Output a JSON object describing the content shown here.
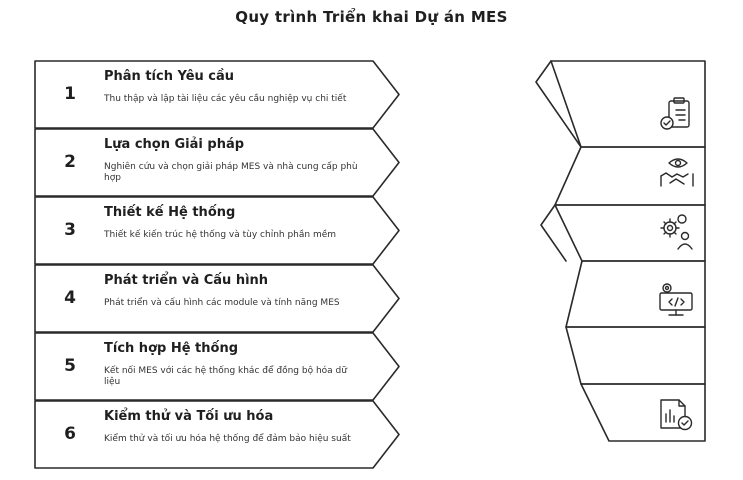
{
  "title": "Quy trình Triển khai Dự án MES",
  "steps": [
    {
      "number": "1",
      "title": "Phân tích Yêu cầu",
      "description": "Thu thập và lập tài liệu các yêu cầu nghiệp vụ chi tiết",
      "icon": "clipboard-check-icon"
    },
    {
      "number": "2",
      "title": "Lựa chọn Giải pháp",
      "description": "Nghiên cứu và chọn giải pháp MES và nhà cung cấp phù hợp",
      "icon": "handshake-eye-icon"
    },
    {
      "number": "3",
      "title": "Thiết kế Hệ thống",
      "description": "Thiết kế kiến trúc hệ thống và tùy chỉnh phần mềm",
      "icon": "gears-person-icon"
    },
    {
      "number": "4",
      "title": "Phát triển và Cấu hình",
      "description": "Phát triển và cấu hình các module và tính năng MES",
      "icon": "code-monitor-icon"
    },
    {
      "number": "5",
      "title": "Tích hợp Hệ thống",
      "description": "Kết nối MES với các hệ thống khác để đồng bộ hóa dữ liệu",
      "icon": "none"
    },
    {
      "number": "6",
      "title": "Kiểm thử và Tối ưu hóa",
      "description": "Kiểm thử và tối ưu hóa hệ thống để đảm bảo hiệu suất",
      "icon": "report-check-icon"
    }
  ],
  "colors": {
    "stroke": "#2a2a2a",
    "background": "#ffffff",
    "text": "#1f1f1f"
  }
}
